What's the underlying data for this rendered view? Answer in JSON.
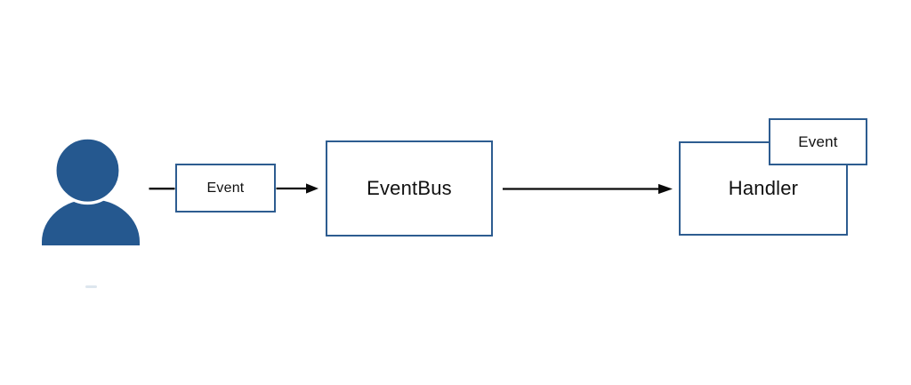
{
  "diagram": {
    "colors": {
      "node_border": "#2d5c90",
      "node_fill": "#ffffff",
      "person_fill": "#25588f",
      "arrow": "#0a0a0a",
      "label_text": "#111111",
      "background": "#ffffff"
    },
    "nodes": [
      {
        "id": "actor",
        "type": "person-icon",
        "label": ""
      },
      {
        "id": "event-in",
        "type": "box",
        "label": "Event"
      },
      {
        "id": "event-bus",
        "type": "box",
        "label": "EventBus"
      },
      {
        "id": "handler",
        "type": "box",
        "label": "Handler"
      },
      {
        "id": "event-out",
        "type": "box",
        "label": "Event"
      }
    ],
    "edges": [
      {
        "from": "actor",
        "to": "event-in",
        "arrowhead": false
      },
      {
        "from": "event-in",
        "to": "event-bus",
        "arrowhead": true
      },
      {
        "from": "event-bus",
        "to": "handler",
        "arrowhead": true
      }
    ]
  }
}
